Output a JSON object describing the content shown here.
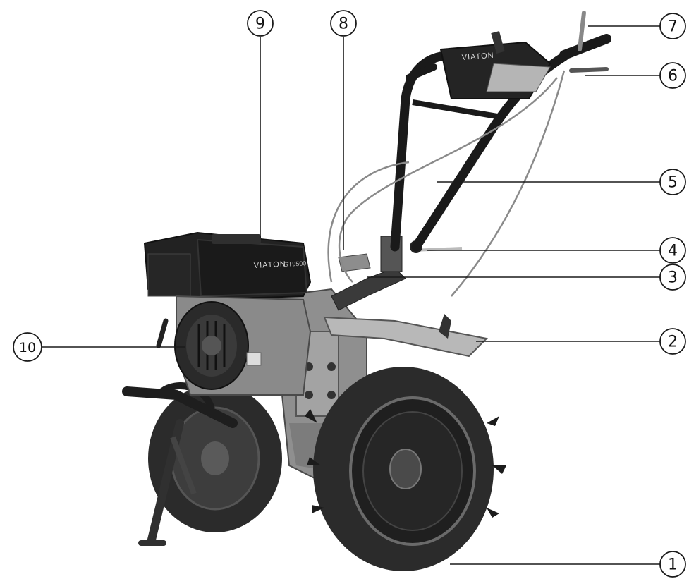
{
  "labels": {
    "c1": "1",
    "c2": "2",
    "c3": "3",
    "c4": "4",
    "c5": "5",
    "c6": "6",
    "c7": "7",
    "c8": "8",
    "c9": "9",
    "c10": "10"
  },
  "branding": {
    "engine_brand": "VIATON",
    "engine_model": "GT9500",
    "handle_brand": "VIATON"
  },
  "colors": {
    "ink": "#1a1a1a",
    "body_dark": "#222222",
    "metal": "#9a9a9a",
    "metal_light": "#c4c4c4",
    "tire": "#2b2b2b"
  }
}
